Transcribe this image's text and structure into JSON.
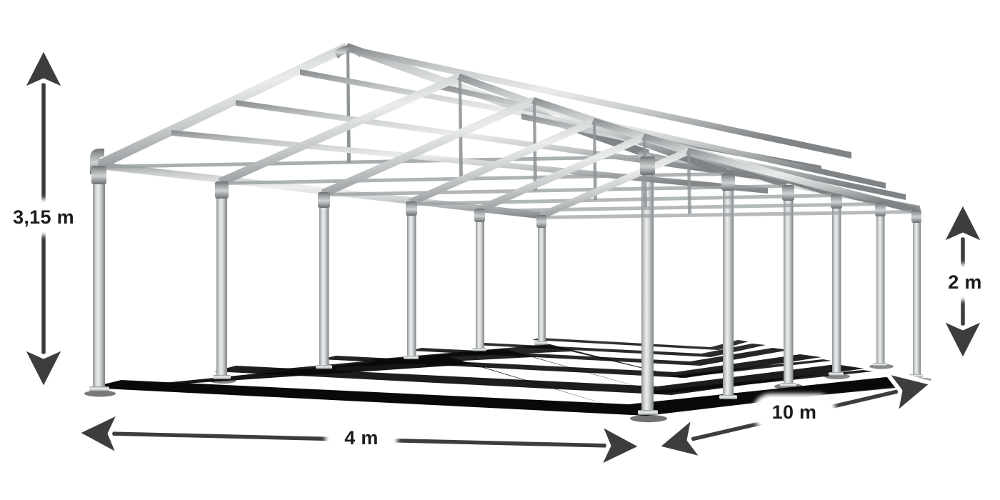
{
  "diagram": {
    "title": "Tent frame dimension diagram",
    "subject": "party-tent-steel-frame",
    "background_color": "#ffffff",
    "frame_color": "#b9bcbd",
    "frame_shadow_color": "#000000",
    "annotation_color": "#3d3d3d",
    "label_text_color": "#1c1c1c",
    "label_background_color": "#ffffff"
  },
  "dimensions": {
    "height": {
      "label": "3,15 m",
      "meaning": "ridge-height",
      "orientation": "vertical",
      "arrow": "double-headed",
      "value": 3.15,
      "unit": "m"
    },
    "eave_height": {
      "label": "2 m",
      "meaning": "eave-height",
      "orientation": "vertical",
      "arrow": "double-headed",
      "value": 2,
      "unit": "m"
    },
    "width": {
      "label": "4 m",
      "meaning": "gable-width",
      "orientation": "horizontal",
      "arrow": "double-headed",
      "value": 4,
      "unit": "m"
    },
    "length": {
      "label": "10 m",
      "meaning": "side-length",
      "orientation": "diagonal",
      "arrow": "double-headed",
      "value": 10,
      "unit": "m"
    }
  },
  "structure": {
    "bay_count": 6,
    "leg_count_near_side": 6,
    "leg_count_far_side": 6,
    "roof_type": "gable",
    "material": "galvanized-steel-tube"
  }
}
